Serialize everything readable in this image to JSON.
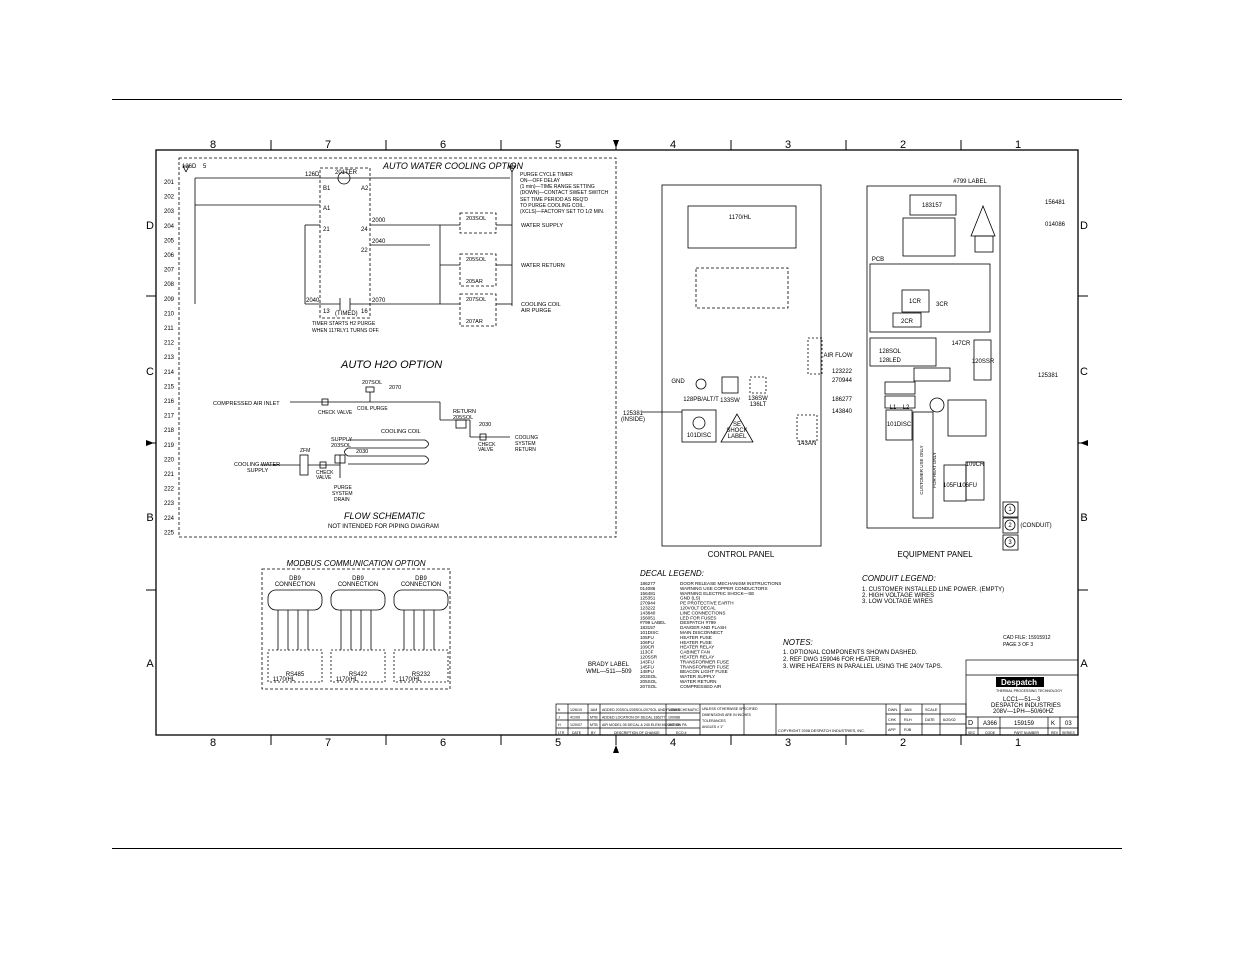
{
  "zones": {
    "cols": [
      "8",
      "7",
      "6",
      "5",
      "4",
      "3",
      "2",
      "1"
    ],
    "rows": [
      "D",
      "C",
      "B",
      "A"
    ]
  },
  "line_numbers": [
    "201",
    "202",
    "203",
    "204",
    "205",
    "206",
    "207",
    "208",
    "209",
    "210",
    "211",
    "212",
    "213",
    "214",
    "215",
    "216",
    "217",
    "218",
    "219",
    "220",
    "221",
    "222",
    "223",
    "224",
    "225"
  ],
  "auto_water": {
    "title": "AUTO WATER COOLING OPTION",
    "timer": "201TER",
    "wires": [
      "126D",
      "5",
      "2",
      "126D",
      "B1",
      "A2",
      "A1",
      "2000",
      "21",
      "24",
      "2040",
      "22",
      "2040",
      "13",
      "2070",
      "16"
    ],
    "timer_label": "(TIMED)",
    "timer_note": [
      "TIMER STARTS H2 PURGE",
      "WHEN 117RLY1 TURNS OFF."
    ],
    "purge_note": [
      "PURGE CYCLE TIMER",
      "ON—OFF DELAY",
      "(1 min)—TIME RANGE SETTING",
      "(DOWN)—CONTACT SWEET SWITCH",
      "SET TIME PERIOD AS REQ'D",
      "TO PURGE COOLING COIL.",
      "(XCLS)—FACTORY SET TO 1/2 MIN."
    ],
    "valves": [
      "203SOL",
      "205SOL",
      "207SOL"
    ],
    "valve_sub": [
      "205AR",
      "207AR"
    ],
    "water_supply": "WATER SUPPLY",
    "water_return": "WATER RETURN",
    "cooling_coil_purge": [
      "COOLING COIL",
      "AIR PURGE"
    ]
  },
  "auto_h2o": {
    "title": "AUTO H2O OPTION",
    "compressed_air": "COMPRESSED AIR INLET",
    "check_valve": "CHECK VALVE",
    "coil_purge": "COIL PURGE",
    "sol_top": "207SOL",
    "sol_top_wire": "2070",
    "return": "RETURN",
    "return_sol": "205SOL",
    "return_wire": "2030",
    "cooling_coil": "COOLING COIL",
    "supply": "SUPPLY",
    "supply_sol": "203SOL",
    "supply_wire": "2030",
    "cooling_water": [
      "COOLING WATER",
      "SUPPLY"
    ],
    "check_valve2": [
      "CHECK",
      "VALVE"
    ],
    "purge_drain": [
      "PURGE",
      "SYSTEM",
      "DRAIN"
    ],
    "cooling_system_return": [
      "COOLING",
      "SYSTEM",
      "RETURN"
    ],
    "check_valve3": [
      "CHECK",
      "VALVE"
    ],
    "zfm": "ZFM"
  },
  "flow": {
    "title": "FLOW SCHEMATIC",
    "subtitle": "NOT INTENDED FOR PIPING DIAGRAM"
  },
  "modbus": {
    "title": "MODBUS COMMUNICATION OPTION",
    "connectors": [
      {
        "label": "DB9",
        "sub": "CONNECTION",
        "name": "RS485",
        "model": "1170/HL"
      },
      {
        "label": "DB9",
        "sub": "CONNECTION",
        "name": "RS422",
        "model": "1170/HL"
      },
      {
        "label": "DB9",
        "sub": "CONNECTION",
        "name": "RS232",
        "model": "1170/HL"
      }
    ]
  },
  "control_panel": {
    "title": "CONTROL PANEL",
    "controller": "1170/HL",
    "air_flow": "AIR FLOW",
    "ids": [
      "125381",
      "(INSIDE)",
      "GND",
      "128PB/ALT/T",
      "133SW",
      "136SW",
      "136LT",
      "101DISC",
      "143AN",
      "SE",
      "SHOCK",
      "LABEL"
    ]
  },
  "equipment_panel": {
    "title": "EQUIPMENT PANEL",
    "label_top": "#799 LABEL",
    "ids": [
      "183157",
      "156481",
      "014086",
      "PCB",
      "1CR",
      "2CR",
      "3CR",
      "128SOL",
      "128LED",
      "120SSR",
      "147CR",
      "123222",
      "270944",
      "186277",
      "143840",
      "101DISC",
      "125381",
      "105FU",
      "106FU",
      "109CR",
      "CUSTOMER USE ONLY",
      "FOR HEAT ONLY",
      "(CONDUIT)",
      "1",
      "2",
      "3",
      "L1",
      "L2"
    ]
  },
  "decal_legend": {
    "title": "DECAL LEGEND:",
    "items": [
      [
        "186277",
        "DOOR RELEASE MECHANISM INSTRUCTIONS"
      ],
      [
        "014086",
        "WARNING USE COPPER CONDUCTORS"
      ],
      [
        "156481",
        "WARNING ELECTRIC SHOCK—SE"
      ],
      [
        "125351",
        "GND (LS)"
      ],
      [
        "270944",
        "PE PROTECTIVE EARTH"
      ],
      [
        "123222",
        "120VOLT DECAL"
      ],
      [
        "143840",
        "LINE CONNECTIONS"
      ],
      [
        "156051",
        "LED FOR FUSES"
      ],
      [
        "#799 LABEL",
        "DESPATCH #799"
      ],
      [
        "183157",
        "DANGER AND FLASH"
      ],
      [
        "101DISC",
        "MAIN DISCONNECT"
      ],
      [
        "105FU",
        "HEATER FUSE"
      ],
      [
        "106FU",
        "HEATER FUSE"
      ],
      [
        "109CR",
        "HEATER RELAY"
      ],
      [
        "113CF",
        "CABINET FAN"
      ],
      [
        "120SSR",
        "HEATER RELAY"
      ],
      [
        "143FU",
        "TRANSFORMER FUSE"
      ],
      [
        "145FU",
        "TRANSFORMER FUSE"
      ],
      [
        "148FU",
        "BEACON LIGHT FUSE"
      ],
      [
        "203SOL",
        "WATER SUPPLY"
      ],
      [
        "205SOL",
        "WATER RETURN"
      ],
      [
        "207SOL",
        "COMPRESSED AIR"
      ]
    ],
    "brady": [
      "BRADY LABEL",
      "WML—511—509"
    ]
  },
  "conduit_legend": {
    "title": "CONDUIT LEGEND:",
    "items": [
      "1.  CUSTOMER INSTALLED LINE POWER. (EMPTY)",
      "2.  HIGH VOLTAGE WIRES",
      "3.  LOW VOLTAGE WIRES"
    ]
  },
  "notes": {
    "title": "NOTES:",
    "items": [
      "1.  OPTIONAL COMPONENTS SHOWN DASHED.",
      "2.  REF DWG 159046 FOR HEATER.",
      "3.  WIRE HEATERS IN PARALLEL USING THE 240V TAPS."
    ]
  },
  "title_block": {
    "cad_file": "CAD FILE: 15915912",
    "page": "PAGE 3 OF 3",
    "brand": "Despatch",
    "brand_sub": "THERMAL PROCESSING TECHNOLOGY",
    "model": "LCC1—51—3",
    "company": "DESPATCH INDUSTRIES",
    "rating": "208V—1PH—50/60HZ",
    "size": "D",
    "dwg_a": "A366",
    "dwg_b": "159159",
    "rev_a": "K",
    "rev_b": "03",
    "labels": [
      "SEC",
      "CODE",
      "PART NUMBER",
      "REV",
      "SERIES"
    ],
    "revision_rows": [
      [
        "K",
        "1/26/10",
        "JAM",
        "ADDED 203SOL/205SOL/207SOL AND FLOW SCHEMATIC",
        "100088"
      ],
      [
        "J",
        "4/1/09",
        "MTB",
        "ADDED LOCATION OF DECAL 186277",
        "100088"
      ],
      [
        "H",
        "1/20/07",
        "MTB",
        "AIR MODEL 05 DECAL & 240 ELEM MOUNT ON PA",
        "100080"
      ]
    ],
    "header_cols": [
      "LTR",
      "DATE",
      "BY",
      "DESCRIPTION OF CHANGE",
      "ECO #"
    ],
    "copyright": "COPYRIGHT  2008  DESPATCH INDUSTRIES, INC.",
    "drawn": [
      "DWN",
      "JAM",
      "SCALE",
      ""
    ],
    "check": [
      "CHK",
      "RLH",
      "DATE",
      "6/20/02"
    ],
    "appr": [
      "APP",
      "RJB",
      "",
      ""
    ],
    "tol": [
      "UNLESS OTHERWISE SPECIFIED",
      "DIMENSIONS ARE IN INCHES",
      "TOLERANCES",
      "ANGLES ± 1°"
    ]
  }
}
